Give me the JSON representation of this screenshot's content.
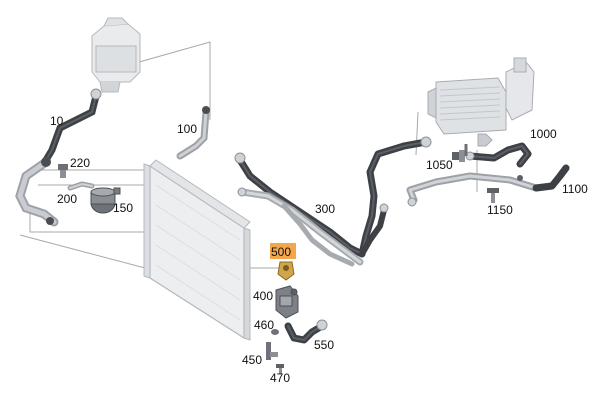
{
  "diagram": {
    "labels": {
      "p10": "10",
      "p100": "100",
      "p150": "150",
      "p200": "200",
      "p220": "220",
      "p300": "300",
      "p400": "400",
      "p450": "450",
      "p460": "460",
      "p470": "470",
      "p500": "500",
      "p550": "550",
      "p1000": "1000",
      "p1050": "1050",
      "p1100": "1100",
      "p1150": "1150"
    },
    "highlight_label": "p500",
    "colors": {
      "highlight": "#f4a64a",
      "hose_dark": "#3d4146",
      "hose_light": "#b9bdc2",
      "leader": "#9a9a9a"
    }
  }
}
